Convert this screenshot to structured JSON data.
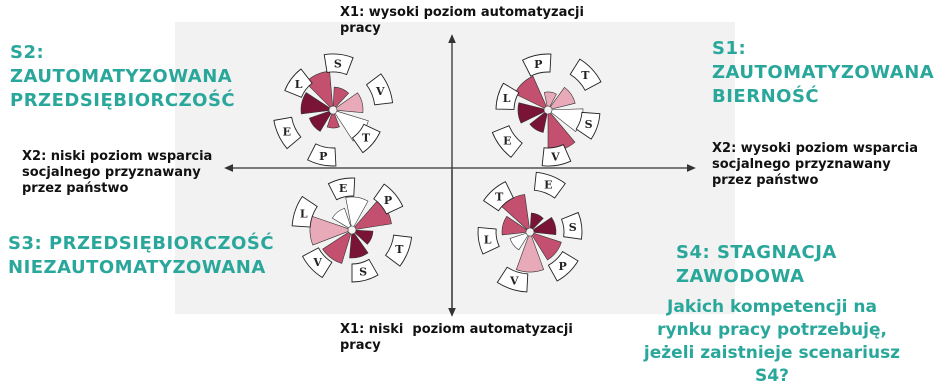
{
  "colors": {
    "accent": "#2aa79b",
    "dark_wine": "#7a1436",
    "rose": "#c2506e",
    "light_rose": "#e8a9b8"
  },
  "axes": {
    "top": [
      "X1: wysoki poziom automatyzacji",
      "pracy"
    ],
    "bottom": [
      "X1: niski  poziom automatyzacji",
      "pracy"
    ],
    "left": [
      "X2: niski poziom wsparcia",
      "socjalnego przyznawany",
      "przez państwo"
    ],
    "right": [
      "X2: wysoki poziom wsparcia",
      "socjalnego przyznawany",
      "przez państwo"
    ]
  },
  "scenarios": {
    "s2": [
      "S2:",
      "ZAUTOMATYZOWANA",
      "PRZEDSIĘBIORCZOŚĆ"
    ],
    "s1": [
      "S1:",
      "ZAUTOMATYZOWANA",
      "BIERNOŚĆ"
    ],
    "s3": [
      "S3: PRZEDSIĘBIORCZOŚĆ",
      "NIEZAUTOMATYZOWANA"
    ],
    "s4": [
      "S4: STAGNACJA",
      "ZAWODOWA"
    ]
  },
  "question": [
    "Jakich kompetencji na",
    "rynku pracy potrzebuję,",
    "jeżeli zaistnieje scenariusz",
    "S4?"
  ],
  "segment_letters": {
    "tl": [
      "S",
      "V",
      "T",
      "P",
      "E",
      "L"
    ],
    "tr": [
      "T",
      "S",
      "V",
      "E",
      "L",
      "P"
    ],
    "bl": [
      "E",
      "P",
      "T",
      "S",
      "V",
      "L"
    ],
    "br": [
      "T",
      "E",
      "S",
      "P",
      "V",
      "L"
    ]
  }
}
